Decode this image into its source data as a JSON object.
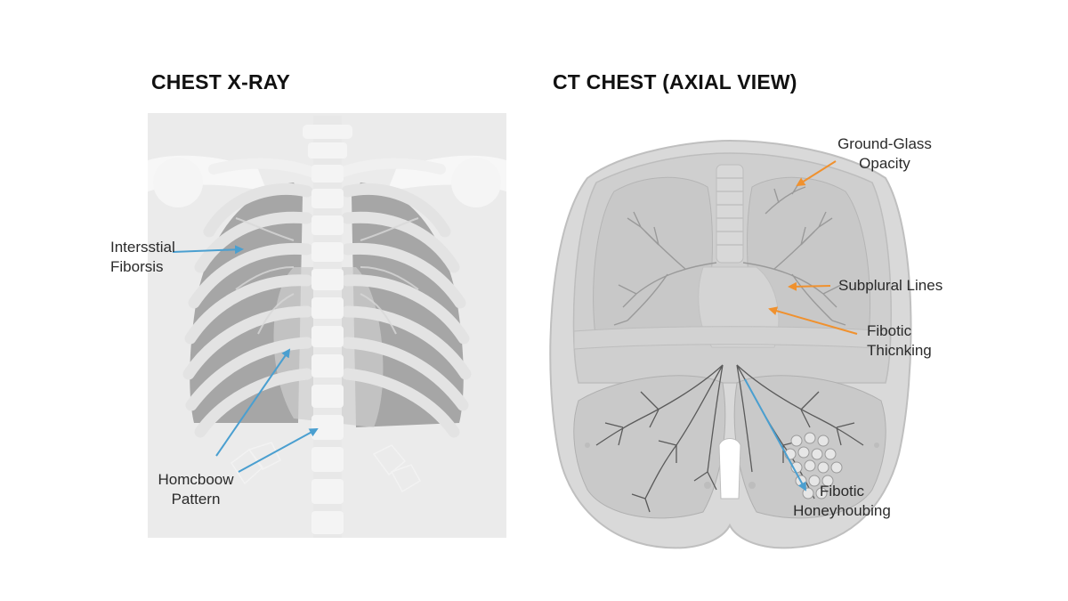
{
  "xray": {
    "title": "CHEST X-RAY",
    "labels": {
      "interstitial": [
        "Intersstial",
        "Fiborsis"
      ],
      "honeycomb": [
        "Homcboow",
        "Pattern"
      ]
    }
  },
  "ct": {
    "title": "CT CHEST (AXIAL VIEW)",
    "labels": {
      "ground_glass": [
        "Ground-Glass",
        "Opacity"
      ],
      "subpleural": "Subplural Lines",
      "fibotic_thickening": [
        "Fibotic",
        "Thicnking"
      ],
      "fibotic_honey": [
        "Fibotic",
        "Honeyhoubing"
      ]
    }
  },
  "colors": {
    "xray_arrow": "#4a9fd0",
    "ct_arrow_orange": "#f0912e",
    "ct_arrow_blue": "#4a9fd0"
  }
}
